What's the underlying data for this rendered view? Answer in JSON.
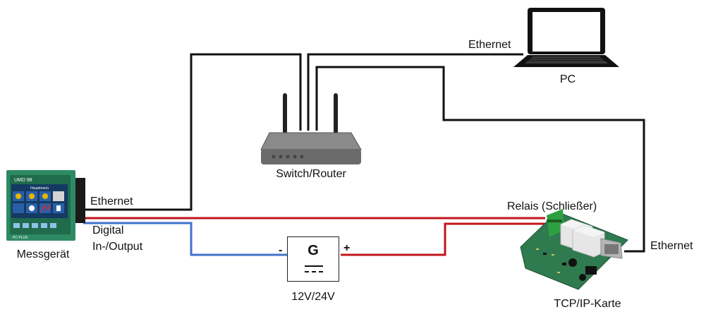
{
  "labels": {
    "pc": "PC",
    "ethernet_pc": "Ethernet",
    "switch_router": "Switch/Router",
    "ethernet_messgeraet": "Ethernet",
    "digital_line1": "Digital",
    "digital_line2": "In-/Output",
    "messgeraet": "Messgerät",
    "relais": "Relais (Schließer)",
    "ethernet_karte": "Ethernet",
    "tcp_ip_karte": "TCP/IP-Karte",
    "power_supply": "12V/24V"
  },
  "generator": {
    "letter": "G",
    "minus": "-",
    "plus": "+"
  },
  "device_screen": {
    "model": "UMD 98",
    "title": "Hauptmenü",
    "brand": "PC PLUS"
  },
  "colors": {
    "ethernet_wire": "#111111",
    "positive_wire": "#c0161b",
    "negative_wire": "#3f72c9",
    "device_panel": "#2e8a63",
    "pcb": "#2f7a4e",
    "relay": "#e6e6e6",
    "router": "#6b6b6b"
  }
}
